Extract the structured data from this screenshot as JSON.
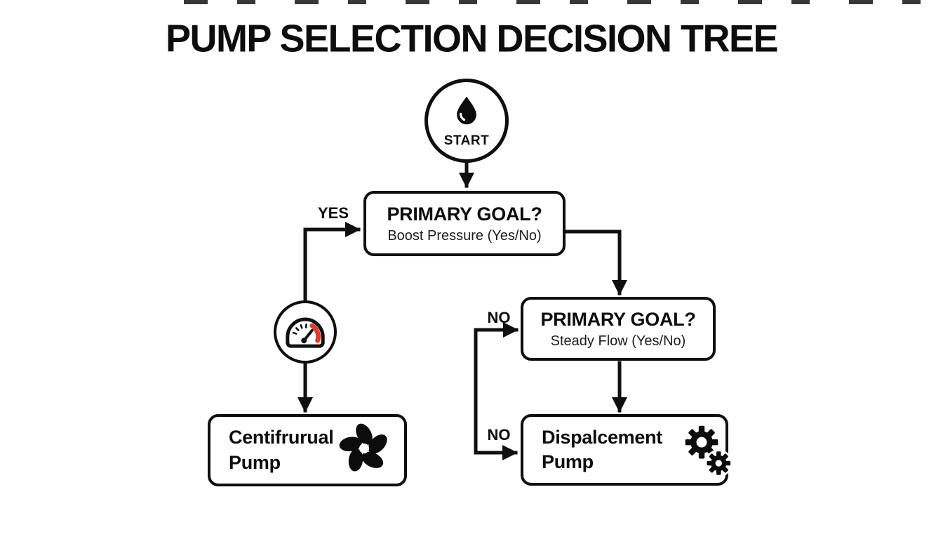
{
  "title": "PUMP SELECTION DECISION TREE",
  "start": {
    "label": "START",
    "icon": "water-drop-icon"
  },
  "nodes": {
    "decision_pressure": {
      "heading": "PRIMARY GOAL?",
      "subheading": "Boost Pressure (Yes/No)"
    },
    "decision_flow": {
      "heading": "PRIMARY GOAL?",
      "subheading": "Steady Flow (Yes/No)"
    },
    "result_centrifugal": {
      "line1": "Centifrurual",
      "line2": "Pump",
      "icon": "impeller-fan-icon"
    },
    "result_displacement": {
      "line1": "Dispalcement",
      "line2": "Pump",
      "icon": "gears-icon"
    }
  },
  "edge_labels": {
    "yes": "YES",
    "no_top": "NO",
    "no_bottom": "NO"
  },
  "icons": {
    "branch_left": "pressure-gauge-icon"
  },
  "colors": {
    "ink": "#111111",
    "gauge_red": "#e23b2e",
    "background": "#ffffff"
  }
}
